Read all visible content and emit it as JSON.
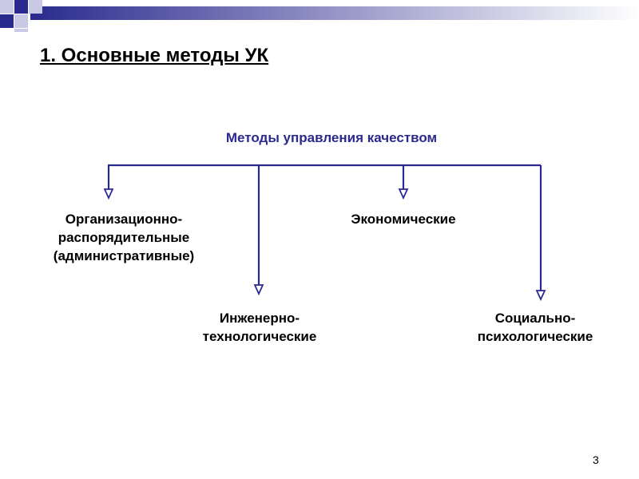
{
  "title": "1. Основные методы УК",
  "diagram": {
    "root": "Методы управления качеством",
    "branches": [
      {
        "id": "org",
        "lines": [
          "Организационно-",
          "распорядительные",
          "(административные)"
        ]
      },
      {
        "id": "eng",
        "lines": [
          "Инженерно-",
          "технологические"
        ]
      },
      {
        "id": "eco",
        "lines": [
          "Экономические"
        ]
      },
      {
        "id": "soc",
        "lines": [
          "Социально-",
          "психологические"
        ]
      }
    ],
    "line_color": "#2a2a8e"
  },
  "page_number": "3",
  "colors": {
    "banner_dark": "#2a2a8e",
    "banner_light": "#ffffff",
    "accent": "#2a2a8e"
  }
}
